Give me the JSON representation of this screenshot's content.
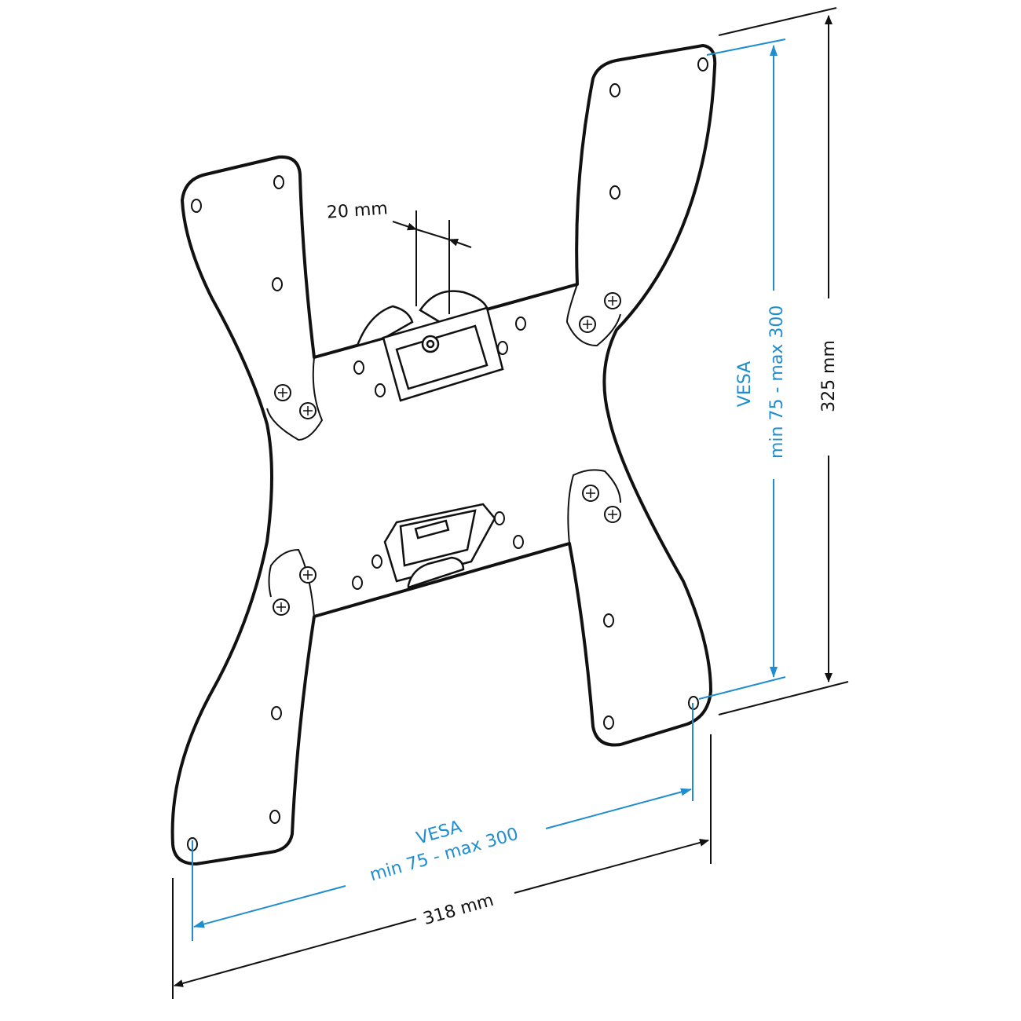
{
  "colors": {
    "outline": "#111111",
    "dimension_blue": "#1f8dcf"
  },
  "labels": {
    "offset": "20 mm",
    "vertical_vesa_title": "VESA",
    "vertical_vesa_range": "min 75 - max 300",
    "height": "325 mm",
    "horizontal_vesa_title": "VESA",
    "horizontal_vesa_range": "min 75 - max 300",
    "width": "318 mm"
  }
}
